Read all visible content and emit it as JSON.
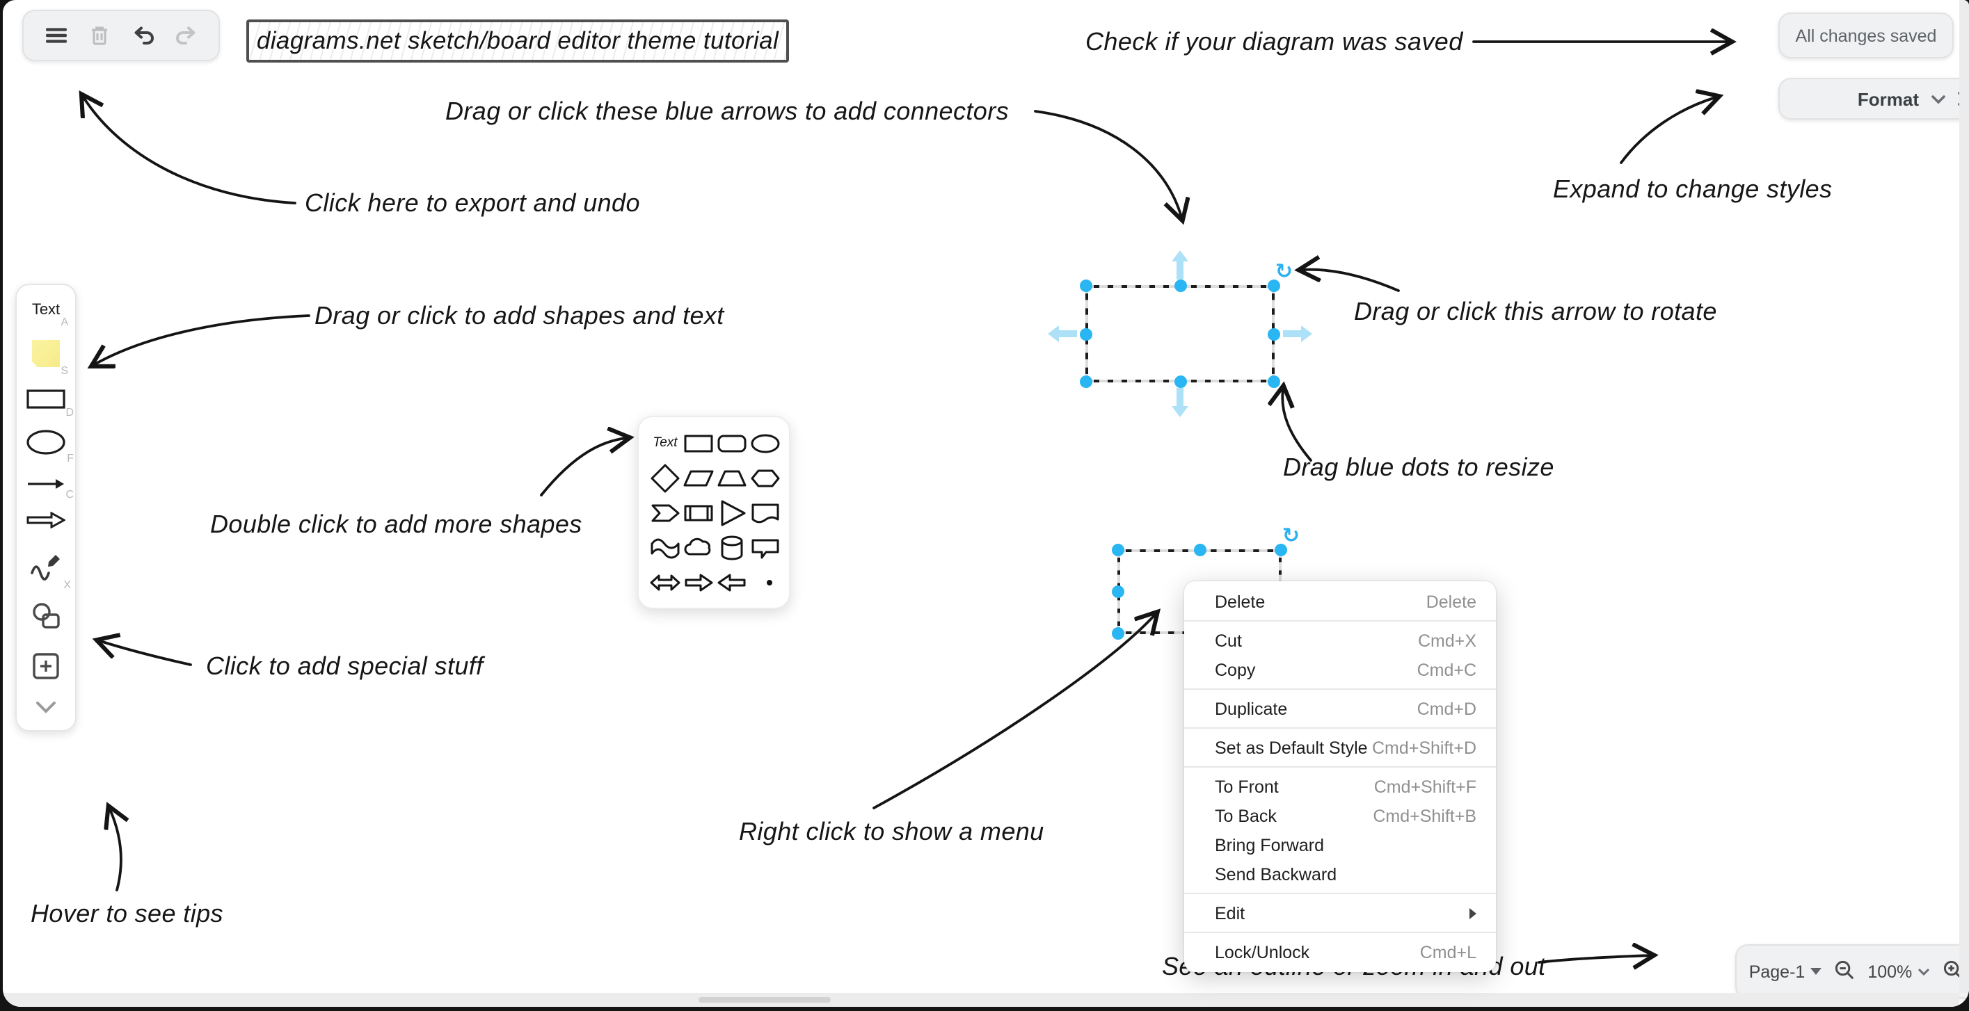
{
  "title_box": {
    "text": "diagrams.net sketch/board editor theme tutorial"
  },
  "status": {
    "saved": "All changes saved"
  },
  "format_panel": {
    "label": "Format"
  },
  "sidebar": {
    "text_item": "Text",
    "shortcut_a": "A",
    "shortcut_s": "S",
    "shortcut_d": "D",
    "shortcut_f": "F",
    "shortcut_c": "C",
    "shortcut_x": "X"
  },
  "shape_picker": {
    "text_item": "Text"
  },
  "selection": {
    "rotate_glyph": "↻"
  },
  "context_menu": {
    "items": [
      {
        "label": "Delete",
        "shortcut": "Delete"
      },
      {
        "label": "Cut",
        "shortcut": "Cmd+X"
      },
      {
        "label": "Copy",
        "shortcut": "Cmd+C"
      },
      {
        "label": "Duplicate",
        "shortcut": "Cmd+D"
      },
      {
        "label": "Set as Default Style",
        "shortcut": "Cmd+Shift+D"
      },
      {
        "label": "To Front",
        "shortcut": "Cmd+Shift+F"
      },
      {
        "label": "To Back",
        "shortcut": "Cmd+Shift+B"
      },
      {
        "label": "Bring Forward",
        "shortcut": ""
      },
      {
        "label": "Send Backward",
        "shortcut": ""
      },
      {
        "label": "Edit",
        "shortcut": ""
      },
      {
        "label": "Lock/Unlock",
        "shortcut": "Cmd+L"
      }
    ]
  },
  "page_controls": {
    "page": "Page-1",
    "zoom": "100%"
  },
  "annotations": {
    "check_saved": "Check if your diagram was saved",
    "connectors": "Drag or click these blue arrows to add connectors",
    "export_undo": "Click here to export and undo",
    "expand_styles": "Expand to change styles",
    "add_shapes": "Drag or click to add shapes and text",
    "rotate": "Drag or click this arrow to rotate",
    "resize": "Drag blue dots to resize",
    "more_shapes": "Double click to add more shapes",
    "special_stuff": "Click to add special stuff",
    "right_click": "Right click to show a menu",
    "hover_tips": "Hover to see tips",
    "see_outline": "See an outline or zoom in and out"
  },
  "colors": {
    "handle_blue": "#29b6f2",
    "direction_arrow_blue": "#ace1f7",
    "note_yellow": "#f9ef9c",
    "panel_grey": "#f0f1f2",
    "background_dark": "#141414"
  }
}
